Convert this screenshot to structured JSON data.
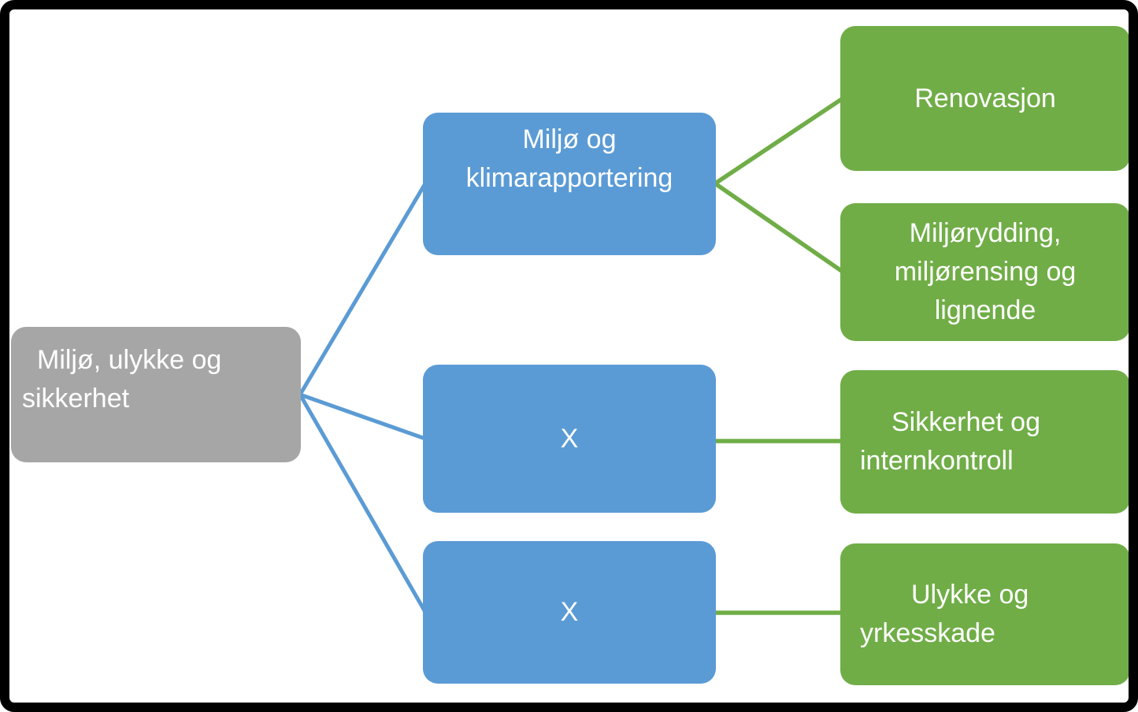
{
  "diagram": {
    "root": {
      "id": "miljo-ulykke-og-sikkerhet",
      "lines": [
        "Miljø, ulykke og",
        "sikkerhet"
      ]
    },
    "branches": [
      {
        "id": "miljo-og-klimarapportering",
        "lines": [
          "Miljø og",
          "klimarapportering"
        ]
      },
      {
        "id": "x-1",
        "lines": [
          "X"
        ]
      },
      {
        "id": "x-2",
        "lines": [
          "X"
        ]
      }
    ],
    "leaves": [
      {
        "id": "renovasjon",
        "lines": [
          "Renovasjon"
        ]
      },
      {
        "id": "miljorydding-miljorensing-og-lignende",
        "lines": [
          "Miljørydding,",
          "miljørensing og",
          "lignende"
        ]
      },
      {
        "id": "sikkerhet-og-internkontroll",
        "lines": [
          "Sikkerhet og",
          "internkontroll"
        ]
      },
      {
        "id": "ulykke-og-yrkesskade",
        "lines": [
          "Ulykke og",
          "yrkesskade"
        ]
      }
    ],
    "colors": {
      "root_fill": "#A6A6A6",
      "branch_fill": "#5B9BD5",
      "leaf_fill": "#70AD47",
      "connector_blue": "#5B9BD5",
      "connector_green": "#70AD47",
      "text": "#FFFFFF",
      "frame": "#000000",
      "background": "#FFFFFF"
    }
  }
}
